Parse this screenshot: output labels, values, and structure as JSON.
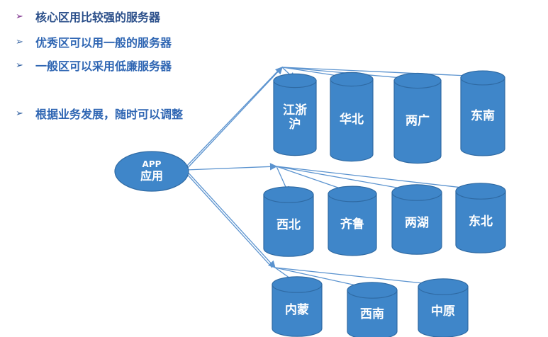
{
  "colors": {
    "accent_blue": "#3f86c9",
    "accent_stroke": "#2f6aa3",
    "connector": "#5b93cf",
    "bullet_arrow": "#7a2b8a",
    "bullet_arrow_alt": "#2f5fa0",
    "bullet_text": "#2f66b3",
    "bullet_first_text": "#2b4f8a"
  },
  "bullets": [
    {
      "icon": "arrow-bullet-icon",
      "text": "核心区用比较强的服务器"
    },
    {
      "icon": "arrow-bullet-icon",
      "text": "优秀区可以用一般的服务器"
    },
    {
      "icon": "arrow-bullet-icon",
      "text": "一般区可以采用低廉服务器"
    },
    {
      "icon": "arrow-bullet-icon",
      "text": "根据业务发展，随时可以调整"
    }
  ],
  "app_node": {
    "line1": "APP",
    "line2": "应用"
  },
  "tiers": [
    {
      "databases": [
        {
          "lines": [
            "江浙",
            "沪"
          ]
        },
        {
          "lines": [
            "华北"
          ]
        },
        {
          "lines": [
            "两广"
          ]
        },
        {
          "lines": [
            "东南"
          ]
        }
      ]
    },
    {
      "databases": [
        {
          "lines": [
            "西北"
          ]
        },
        {
          "lines": [
            "齐鲁"
          ]
        },
        {
          "lines": [
            "两湖"
          ]
        },
        {
          "lines": [
            "东北"
          ]
        }
      ]
    },
    {
      "databases": [
        {
          "lines": [
            "内蒙"
          ]
        },
        {
          "lines": [
            "西南"
          ]
        },
        {
          "lines": [
            "中原"
          ]
        }
      ]
    }
  ]
}
